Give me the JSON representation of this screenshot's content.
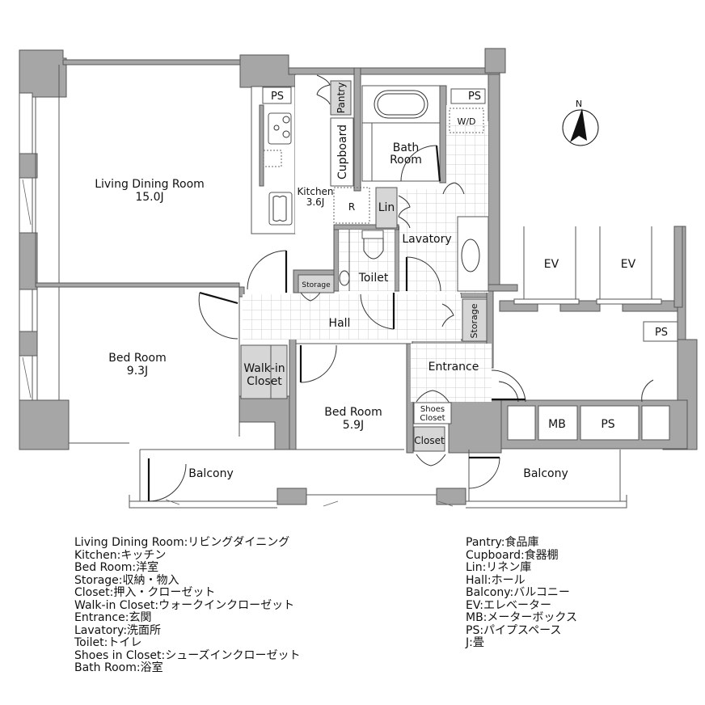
{
  "rooms": {
    "living": {
      "name": "Living Dining Room",
      "size": "15.0J"
    },
    "kitchen": {
      "name": "Kitchen",
      "size": "3.6J"
    },
    "bed1": {
      "name": "Bed Room",
      "size": "9.3J"
    },
    "bed2": {
      "name": "Bed Room",
      "size": "5.9J"
    },
    "bath": {
      "line1": "Bath",
      "line2": "Room"
    },
    "lavatory": "Lavatory",
    "toilet": "Toilet",
    "hall": "Hall",
    "entrance": "Entrance",
    "walkin": {
      "line1": "Walk-in",
      "line2": "Closet"
    },
    "shoes": {
      "line1": "Shoes",
      "line2": "Closet"
    },
    "closet": "Closet",
    "storage_hall": "Storage",
    "storage_entrance": "Storage",
    "pantry": "Pantry",
    "cupboard": "Cupboard",
    "lin": "Lin",
    "fridge": "R",
    "washer": "W/D",
    "ps_kitchen": "PS",
    "ps_bath": "PS",
    "ps_corridor": "PS",
    "ps_meter": "PS",
    "mb": "MB",
    "ev1": "EV",
    "ev2": "EV",
    "balcony_left": "Balcony",
    "balcony_right": "Balcony"
  },
  "compass": {
    "label": "N"
  },
  "legend": {
    "left": [
      "Living Dining Room:リビングダイニング",
      "Kitchen:キッチン",
      "Bed Room:洋室",
      "Storage:収納・物入",
      "Closet:押入・クローゼット",
      "Walk-in Closet:ウォークインクローゼット",
      "Entrance:玄関",
      "Lavatory:洗面所",
      "Toilet:トイレ",
      "Shoes in Closet:シューズインクローゼット",
      "Bath Room:浴室"
    ],
    "right": [
      "Pantry:食品庫",
      "Cupboard:食器棚",
      "Lin:リネン庫",
      "Hall:ホール",
      "Balcony:バルコニー",
      "EV:エレベーター",
      "MB:メーターボックス",
      "PS:パイプスペース",
      "J:畳"
    ]
  }
}
